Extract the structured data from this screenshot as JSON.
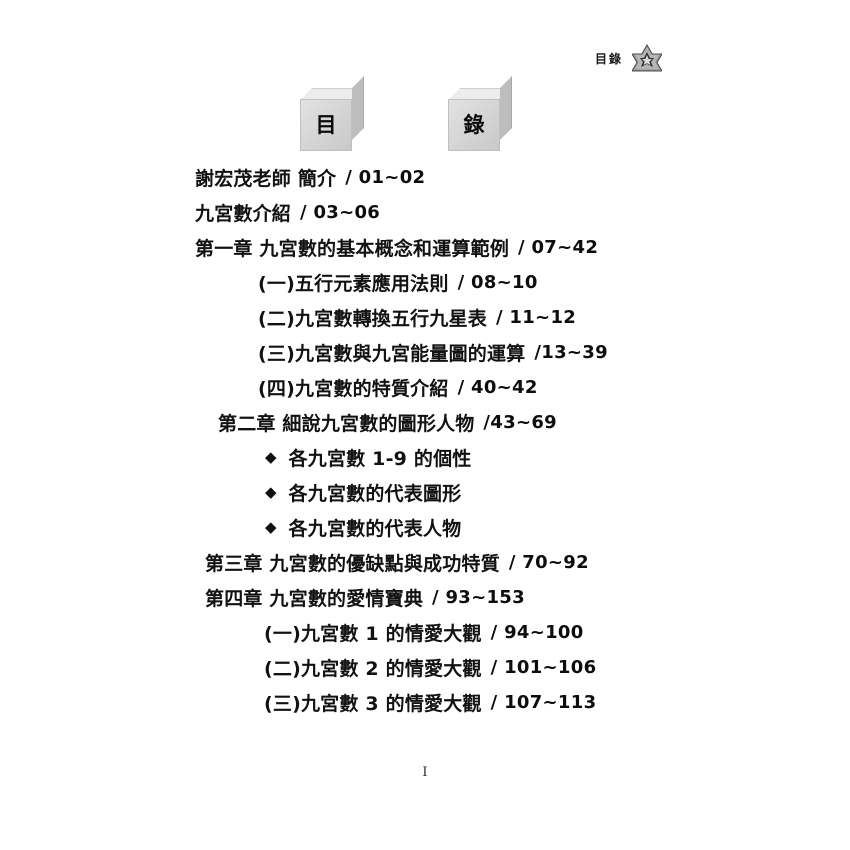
{
  "header": {
    "label": "目錄",
    "emblem_icon": "six-pointed-star-icon"
  },
  "title_blocks": [
    {
      "glyph": "目"
    },
    {
      "glyph": "錄"
    }
  ],
  "toc": {
    "entries": [
      {
        "level": "top",
        "title": "謝宏茂老師 簡介",
        "pages": "/ 01~02"
      },
      {
        "level": "top",
        "title": "九宮數介紹",
        "pages": "/ 03~06"
      },
      {
        "level": "top",
        "title": "第一章 九宮數的基本概念和運算範例",
        "pages": "/ 07~42"
      },
      {
        "level": "sub",
        "title": "(一)五行元素應用法則",
        "pages": "/ 08~10"
      },
      {
        "level": "sub",
        "title": "(二)九宮數轉換五行九星表",
        "pages": "/ 11~12"
      },
      {
        "level": "sub",
        "title": "(三)九宮數與九宮能量圖的運算",
        "pages": "/13~39"
      },
      {
        "level": "sub",
        "title": "(四)九宮數的特質介紹",
        "pages": "/ 40~42"
      },
      {
        "level": "chap2",
        "title": "第二章 細說九宮數的圖形人物",
        "pages": "/43~69"
      },
      {
        "level": "bullet",
        "bullet": "◆",
        "title": "各九宮數 1-9 的個性",
        "pages": ""
      },
      {
        "level": "bullet",
        "bullet": "◆",
        "title": "各九宮數的代表圖形",
        "pages": ""
      },
      {
        "level": "bullet",
        "bullet": "◆",
        "title": "各九宮數的代表人物",
        "pages": ""
      },
      {
        "level": "chap34",
        "title": "第三章 九宮數的優缺點與成功特質",
        "pages": "/ 70~92"
      },
      {
        "level": "chap34",
        "title": "第四章 九宮數的愛情寶典",
        "pages": "/ 93~153"
      },
      {
        "level": "sub2",
        "title": "(一)九宮數 1 的情愛大觀",
        "pages": "/ 94~100"
      },
      {
        "level": "sub2",
        "title": "(二)九宮數 2 的情愛大觀",
        "pages": "/ 101~106"
      },
      {
        "level": "sub2",
        "title": "(三)九宮數 3 的情愛大觀",
        "pages": "/ 107~113"
      }
    ]
  },
  "folio": {
    "page_number": "I"
  }
}
